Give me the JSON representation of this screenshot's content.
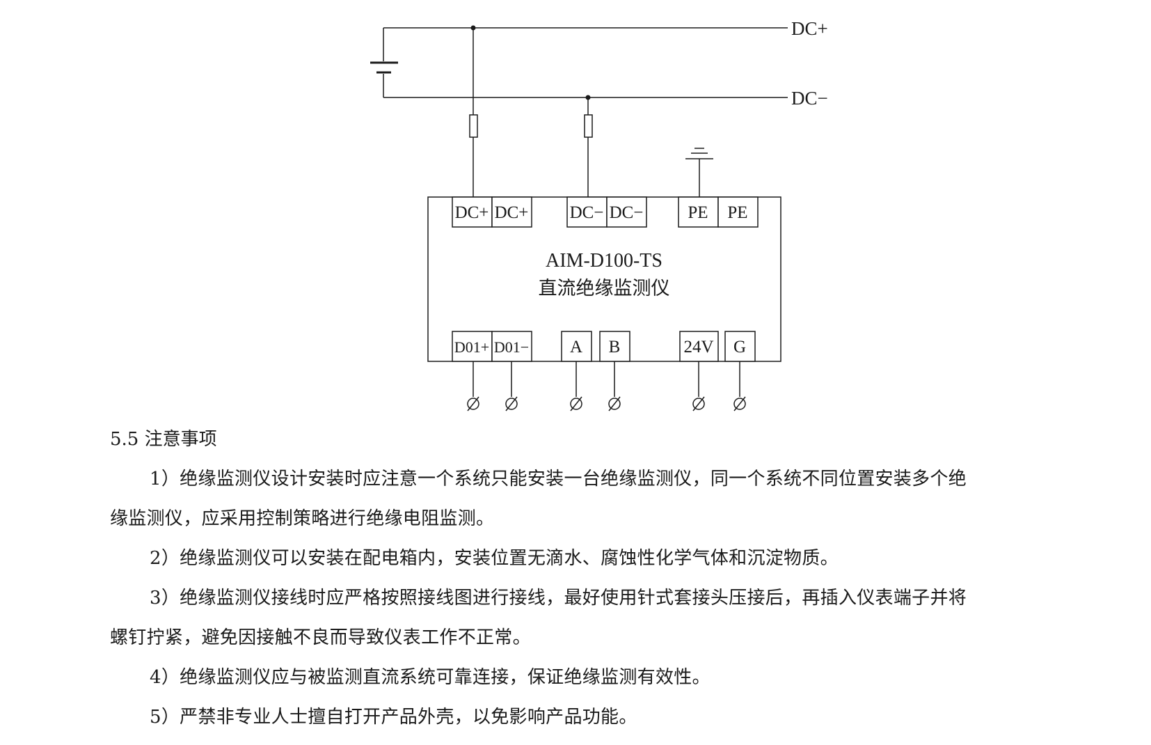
{
  "diagram": {
    "bus_labels": {
      "positive": "DC+",
      "negative": "DC−"
    },
    "device": {
      "model": "AIM-D100-TS",
      "name": "直流绝缘监测仪"
    },
    "top_terminals": [
      "DC+",
      "DC+",
      "DC−",
      "DC−",
      "PE",
      "PE"
    ],
    "bottom_terminals": [
      "D01+",
      "D01−",
      "A",
      "B",
      "24V",
      "G"
    ],
    "ground_symbol": "⏚",
    "terminal_screw_symbol": "∅"
  },
  "section": {
    "heading": "5.5  注意事项"
  },
  "notes": [
    {
      "line1": "1）绝缘监测仪设计安装时应注意一个系统只能安装一台绝缘监测仪，同一个系统不同位置安装多个绝",
      "line2": "缘监测仪，应采用控制策略进行绝缘电阻监测。"
    },
    {
      "line1": "2）绝缘监测仪可以安装在配电箱内，安装位置无滴水、腐蚀性化学气体和沉淀物质。",
      "line2": ""
    },
    {
      "line1": "3）绝缘监测仪接线时应严格按照接线图进行接线，最好使用针式套接头压接后，再插入仪表端子并将",
      "line2": "螺钉拧紧，避免因接触不良而导致仪表工作不正常。"
    },
    {
      "line1": "4）绝缘监测仪应与被监测直流系统可靠连接，保证绝缘监测有效性。",
      "line2": ""
    },
    {
      "line1": "5）严禁非专业人士擅自打开产品外壳，以免影响产品功能。",
      "line2": ""
    }
  ]
}
